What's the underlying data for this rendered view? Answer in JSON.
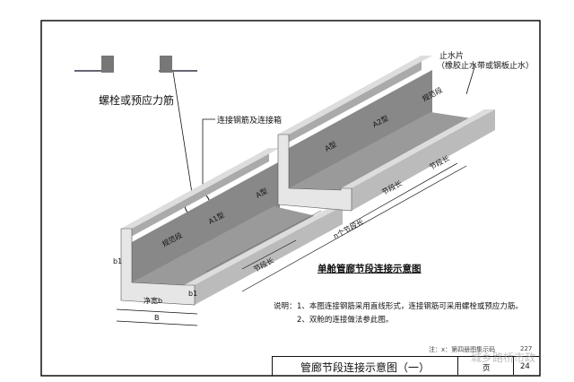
{
  "labels": {
    "bolt": "螺栓或预应力筋",
    "connector": "连接钢筋及连接箱",
    "waterstop_line1": "止水片",
    "waterstop_line2": "（橡胶止水带或钢板止水）",
    "left_seg1": "规范段",
    "left_seg2": "A1型",
    "left_seg3": "A型",
    "right_seg1": "A型",
    "right_seg2": "A2型",
    "right_seg3": "规范段",
    "seg_len": "节段长",
    "n_seg_len": "n个节段长",
    "b1": "b1",
    "net_width": "净宽b",
    "B": "B"
  },
  "diagram_title": "单舱管廊节段连接示意图",
  "notes": {
    "prefix": "说明：",
    "item1": "1、本图连接钢筋采用直线形式，连接钢筋可采用螺栓或预应力筋。",
    "item2": "2、双舱的连接做法参此图。"
  },
  "footnote": "注：x：第四册图集示码",
  "footnote_num": "227",
  "title_block": {
    "title": "管廊节段连接示意图（一）",
    "page_label": "页",
    "page_num": "24"
  },
  "watermark": "城乡路桥市政"
}
